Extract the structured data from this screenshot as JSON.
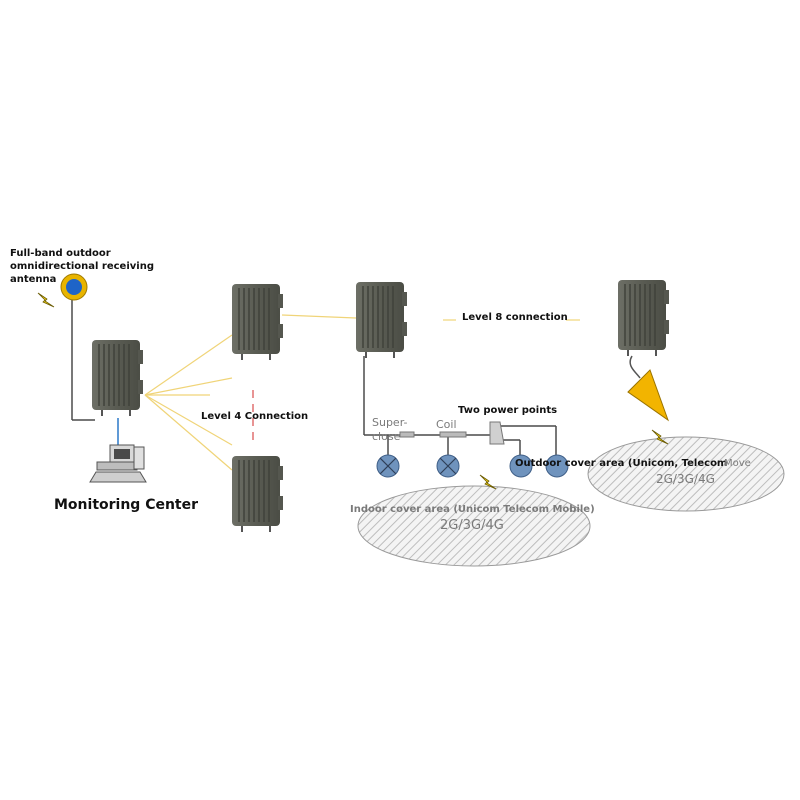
{
  "labels": {
    "antenna_line1": "Full-band outdoor",
    "antenna_line2": "omnidirectional receiving",
    "antenna_line3": "antenna",
    "monitoring_center": "Monitoring Center",
    "level4": "Level 4 Connection",
    "level8": "Level 8 connection",
    "superclose_line1": "Super-",
    "superclose_line2": "close",
    "coil": "Coil",
    "two_power_points": "Two power points",
    "outdoor_cover": "Outdoor cover area (Unicom, Telecom",
    "move": "Move",
    "outdoor_bands": "2G/3G/4G",
    "indoor_cover": "Indoor cover area (Unicom Telecom Mobile)",
    "indoor_bands": "2G/3G/4G"
  },
  "colors": {
    "repeater_body": "#5f6158",
    "repeater_fin": "#45473f",
    "yellow_link": "#f0d478",
    "cable": "#4a4a4a",
    "antenna_ring": "#e8b400",
    "antenna_core": "#1e64c8",
    "node_fill": "#6f93bd",
    "hatch": "#bdbdbd",
    "cone": "#f2b400"
  },
  "icons": [
    "lightning-icon",
    "antenna-icon",
    "computer-icon",
    "repeater-icon",
    "indoor-antenna-icon"
  ]
}
